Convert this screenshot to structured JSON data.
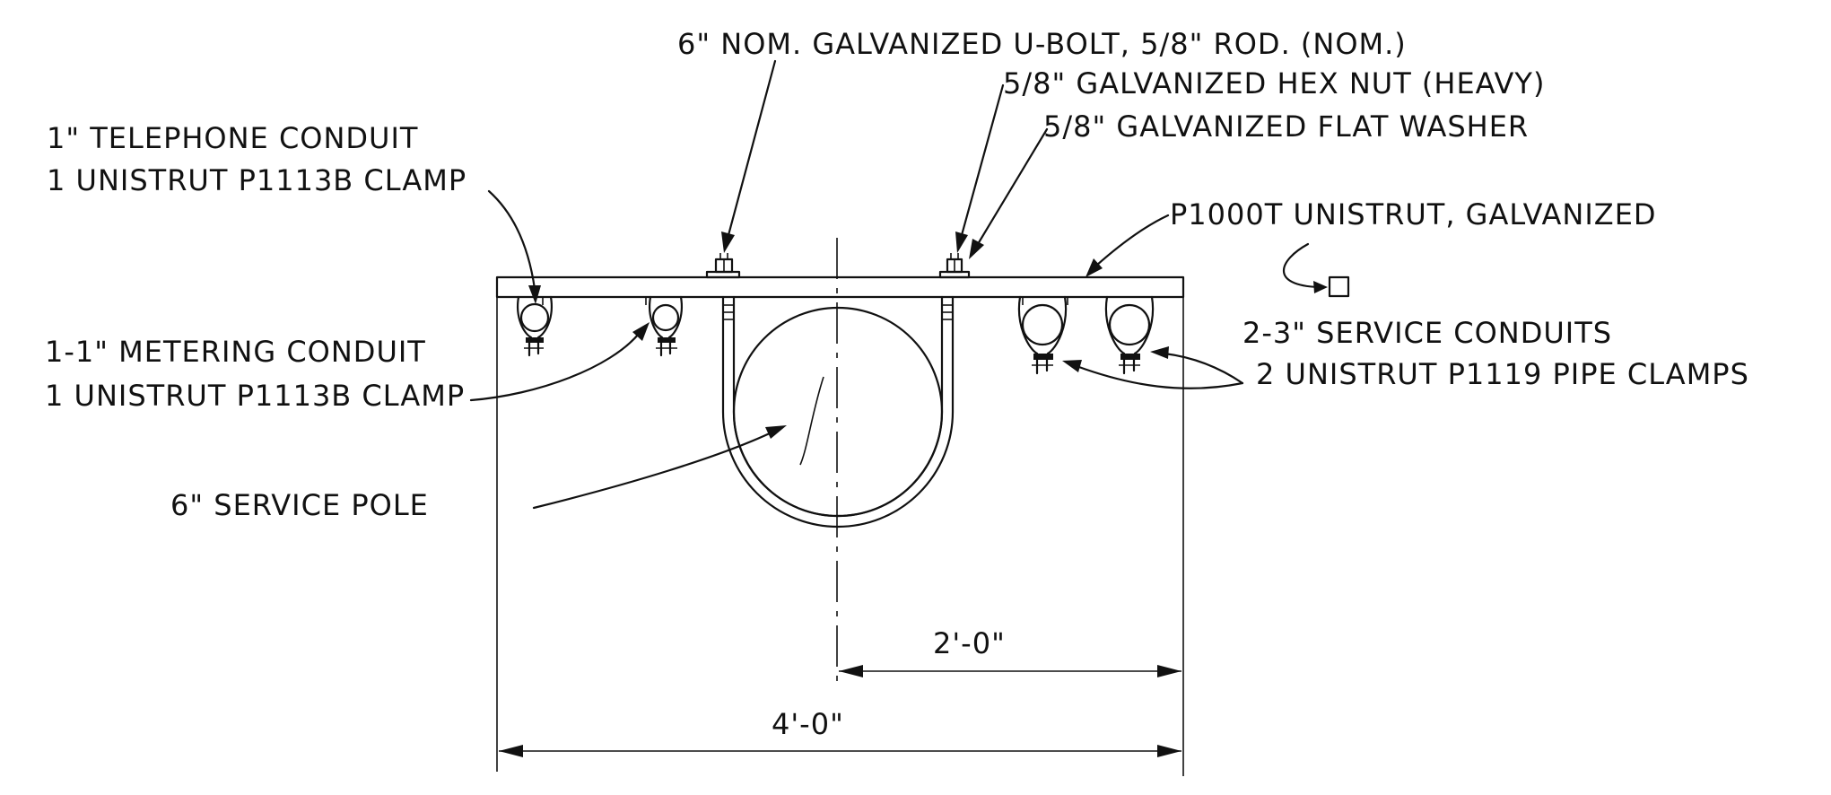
{
  "labels": {
    "u_bolt": "6\" NOM. GALVANIZED U-BOLT, 5/8\" ROD. (NOM.)",
    "hex_nut": "5/8\" GALVANIZED HEX NUT (HEAVY)",
    "flat_washer": "5/8\" GALVANIZED FLAT WASHER",
    "telephone_line1": "1\" TELEPHONE CONDUIT",
    "telephone_line2": "1 UNISTRUT P1113B CLAMP",
    "unistrut": "P1000T UNISTRUT, GALVANIZED",
    "metering_line1": "1-1\" METERING CONDUIT",
    "metering_line2": "1 UNISTRUT P1113B CLAMP",
    "service_conduits": "2-3\" SERVICE CONDUITS",
    "pipe_clamps": "2 UNISTRUT P1119 PIPE CLAMPS",
    "service_pole": "6\" SERVICE POLE",
    "dim_half": "2'-0\"",
    "dim_full": "4'-0\""
  },
  "colors": {
    "ink": "#111111",
    "paper": "#ffffff"
  }
}
